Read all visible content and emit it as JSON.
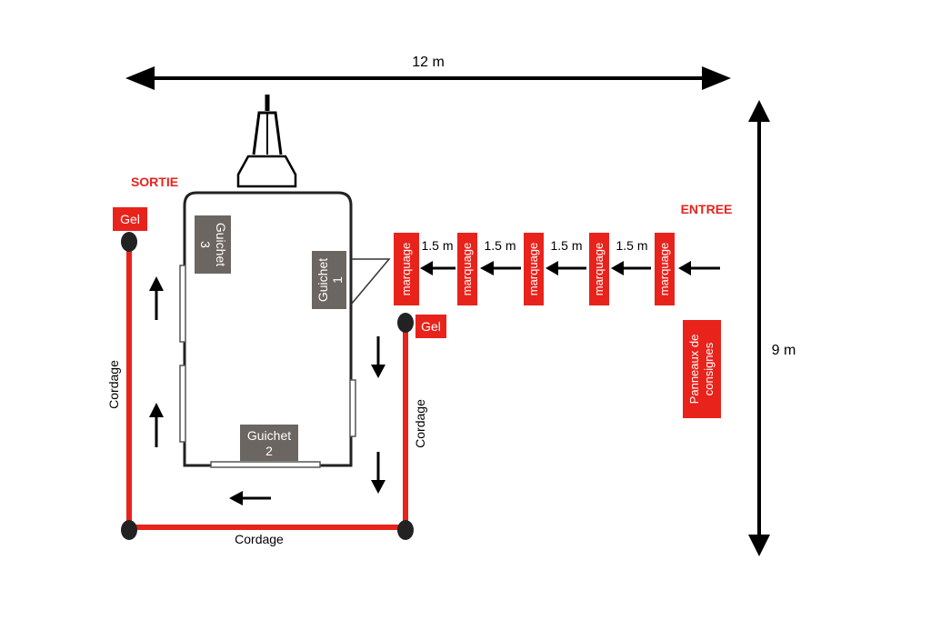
{
  "dimensions": {
    "width_label": "12 m",
    "height_label": "9 m",
    "spacing_label": "1.5 m"
  },
  "labels": {
    "sortie": "SORTIE",
    "entree": "ENTREE",
    "gel": "Gel",
    "cordage": "Cordage",
    "marquage": "marquage",
    "guichet": "Guichet",
    "guichet_1_num": "1",
    "guichet_2_num": "2",
    "guichet_3_num": "3",
    "panneaux_line1": "Panneaux de",
    "panneaux_line2": "consignes"
  },
  "colors": {
    "red": "#e8231c",
    "black": "#000000",
    "gray": "#6b6661",
    "post": "#222222",
    "outline": "#333333"
  }
}
